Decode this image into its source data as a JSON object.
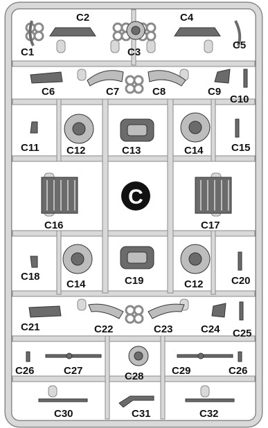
{
  "colors": {
    "background": "#ffffff",
    "sprue": "#d9d9d9",
    "sprue_edge": "#8a8a8a",
    "part": "#6b6b6b",
    "part_light": "#bdbdbd",
    "label": "#111111",
    "badge": "#111111",
    "badge_text": "#ffffff"
  },
  "sprue": {
    "badge": "C",
    "parts": [
      "C1",
      "C2",
      "C3",
      "C4",
      "C5",
      "C6",
      "C7",
      "C8",
      "C9",
      "C10",
      "C11",
      "C12",
      "C13",
      "C14",
      "C15",
      "C16",
      "C17",
      "C18",
      "C14",
      "C19",
      "C12",
      "C20",
      "C21",
      "C22",
      "C23",
      "C24",
      "C25",
      "C26",
      "C27",
      "C28",
      "C29",
      "C26",
      "C30",
      "C31",
      "C32"
    ]
  }
}
